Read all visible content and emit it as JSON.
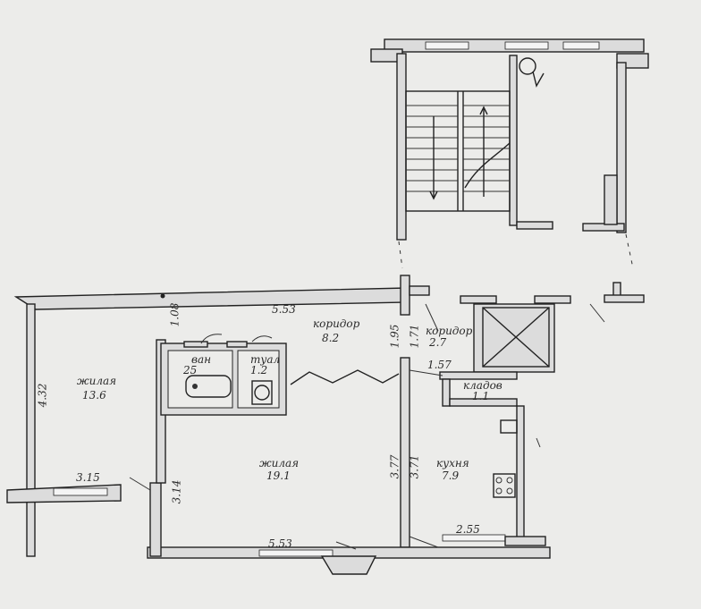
{
  "rooms": {
    "room_left": {
      "name": "жилая",
      "area": "13.6"
    },
    "corridor": {
      "name": "коридор",
      "area": "8.2"
    },
    "bath": {
      "name": "ван",
      "area": "25"
    },
    "toilet": {
      "name": "туал",
      "area": "1.2"
    },
    "room_main": {
      "name": "жилая",
      "area": "19.1"
    },
    "corridor_small": {
      "name": "коридор",
      "area": "2.7"
    },
    "storage": {
      "name": "кладов",
      "area": "1.1"
    },
    "kitchen": {
      "name": "кухня",
      "area": "7.9"
    }
  },
  "dimensions": {
    "top_width": "5.53",
    "left_height": "4.32",
    "wall_offset": "1.08",
    "window_left": "3.15",
    "main_height": "3.14",
    "bottom_width": "5.53",
    "center_1": "3.77",
    "center_2": "3.71",
    "hall_1": "1.95",
    "hall_2": "1.71",
    "hall_3": "1.57",
    "kitchen_width": "2.55"
  },
  "symbols": {
    "stair_icon": "staircase",
    "elevator_icon": "elevator-shaft",
    "stove_icon": "stove",
    "bathtub_icon": "bathtub",
    "toilet_icon": "toilet"
  }
}
